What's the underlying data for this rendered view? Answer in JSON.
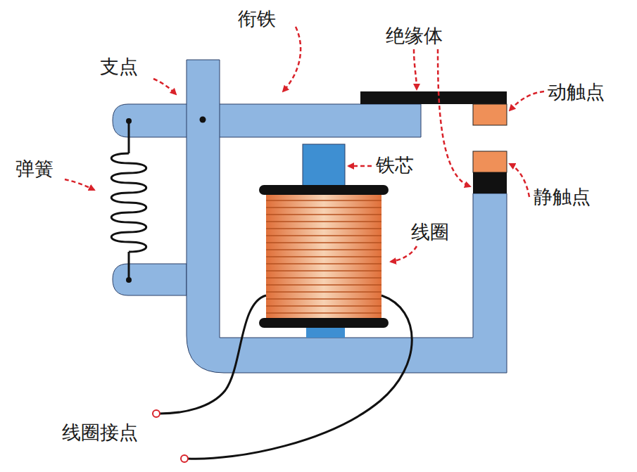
{
  "diagram": {
    "labels": [
      "衔铁",
      "绝缘体",
      "支点",
      "动触点",
      "铁芯",
      "弹簧",
      "静触点",
      "线圈",
      "线圈接点"
    ]
  }
}
